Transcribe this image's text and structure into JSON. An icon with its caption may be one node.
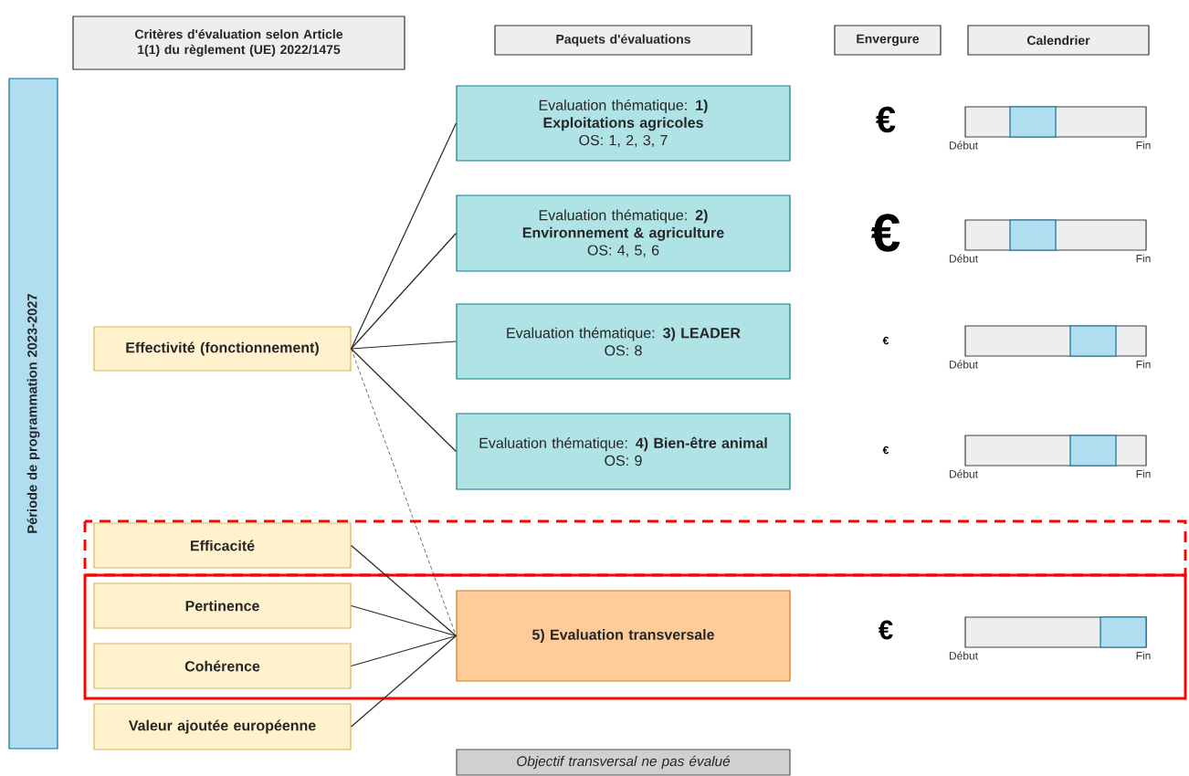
{
  "diagram": {
    "nodes": [
      {
        "text": [
          "Critères d'évaluation selon Article 1(1) du règlement (UE) 2022/1475"
        ]
      },
      {
        "text": [
          "Paquets d'évaluations"
        ]
      },
      {
        "text": [
          "Envergure"
        ]
      },
      {
        "text": [
          "Calendrier"
        ]
      },
      {
        "text": [
          "Période de programmation 2023-2027"
        ]
      },
      {
        "text": [
          "Effectivité (fonctionnement)"
        ]
      },
      {
        "text": [
          "Evaluation thématique: **1) Exploitations agricoles**",
          "OS: 1, 2, 3, 7"
        ]
      },
      {
        "text": [
          "Evaluation thématique: **2) Environnement & agriculture**",
          "OS: 4, 5, 6"
        ]
      },
      {
        "text": [
          "Evaluation thématique: **3) LEADER**",
          "OS: 8"
        ]
      },
      {
        "text": [
          "Evaluation thématique: **4) Bien-être animal**",
          "OS: 9"
        ]
      },
      {
        "text": [
          "Efficacité"
        ]
      },
      {
        "text": [
          "Pertinence"
        ]
      },
      {
        "text": [
          "Cohérence"
        ]
      },
      {
        "text": [
          "5) Evaluation transversale"
        ]
      },
      {
        "text": [
          "Valeur ajoutée européenne"
        ]
      },
      {
        "text": [
          "Objectif transversal ne pas évalué"
        ]
      }
    ],
    "edges": [
      {
        "from": 5,
        "to": 6,
        "arrow": "none"
      },
      {
        "from": 5,
        "to": 7,
        "arrow": "none"
      },
      {
        "from": 5,
        "to": 8,
        "arrow": "none"
      },
      {
        "from": 5,
        "to": 9,
        "arrow": "none"
      },
      {
        "from": 5,
        "to": 13,
        "arrow": "none",
        "style": "dashed"
      },
      {
        "from": 10,
        "to": 13,
        "arrow": "none"
      },
      {
        "from": 11,
        "to": 13,
        "arrow": "none"
      },
      {
        "from": 12,
        "to": 13,
        "arrow": "none"
      },
      {
        "from": 14,
        "to": 13,
        "arrow": "none"
      }
    ],
    "labels": [
      "€",
      "Début",
      "Fin",
      "€",
      "Début",
      "Fin",
      "€",
      "Début",
      "Fin",
      "€",
      "Début",
      "Fin",
      "€",
      "Début",
      "Fin"
    ]
  }
}
